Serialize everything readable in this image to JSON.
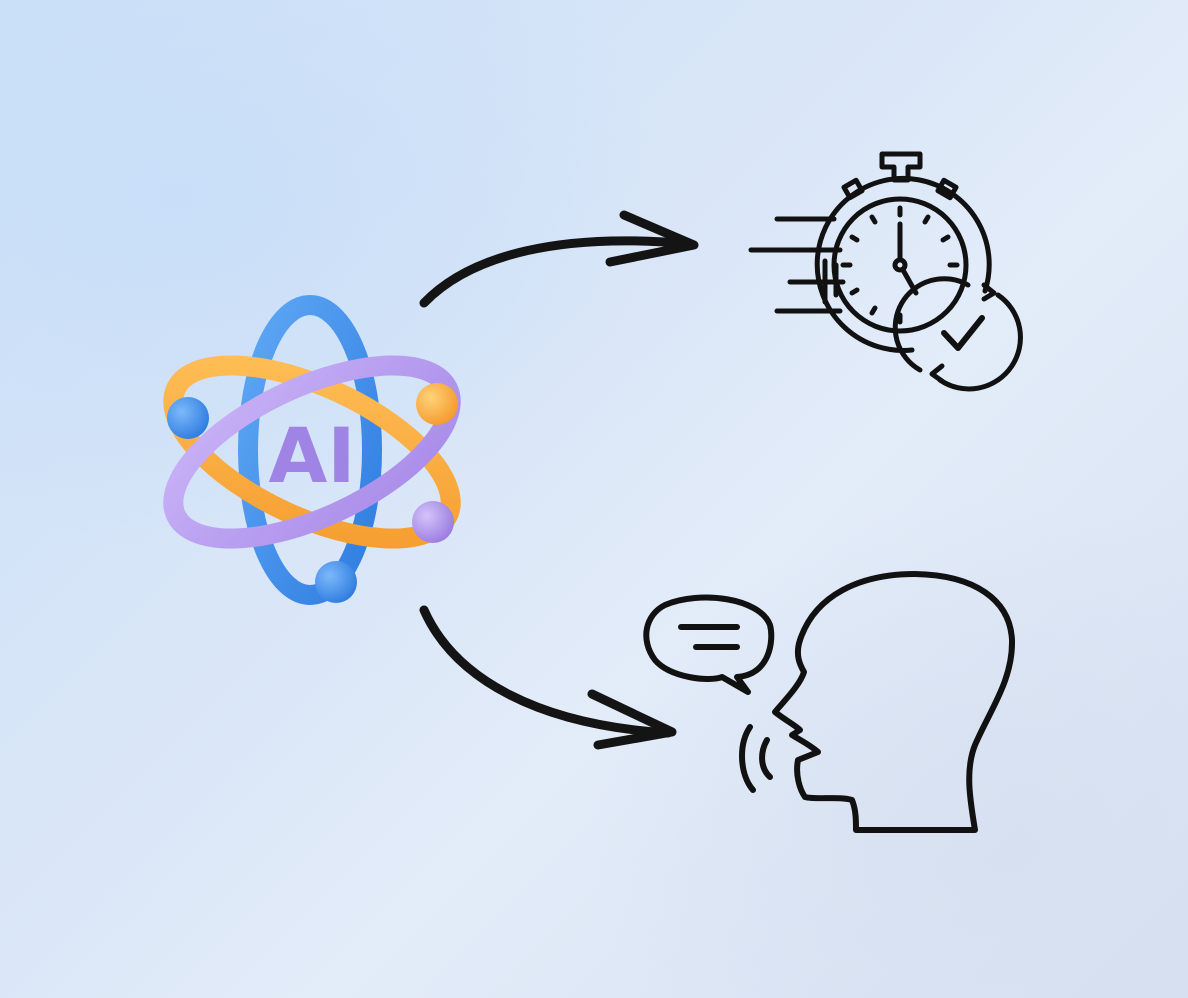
{
  "diagram": {
    "nodes": [
      {
        "id": "ai",
        "label": "AI",
        "icon": "ai-atom-icon"
      },
      {
        "id": "fast",
        "icon": "stopwatch-check-icon"
      },
      {
        "id": "speech",
        "icon": "speaking-head-icon"
      }
    ],
    "edges": [
      {
        "from": "ai",
        "to": "fast",
        "style": "hand-drawn-arrow"
      },
      {
        "from": "ai",
        "to": "speech",
        "style": "hand-drawn-arrow"
      }
    ]
  },
  "colors": {
    "background_start": "#cbe0f8",
    "background_end": "#d6e0f1",
    "orbit_blue": "#3f8fe8",
    "orbit_orange": "#f9ac3f",
    "orbit_purple": "#b79cf0",
    "ai_text": "#9f84e6",
    "stroke": "#111111"
  }
}
